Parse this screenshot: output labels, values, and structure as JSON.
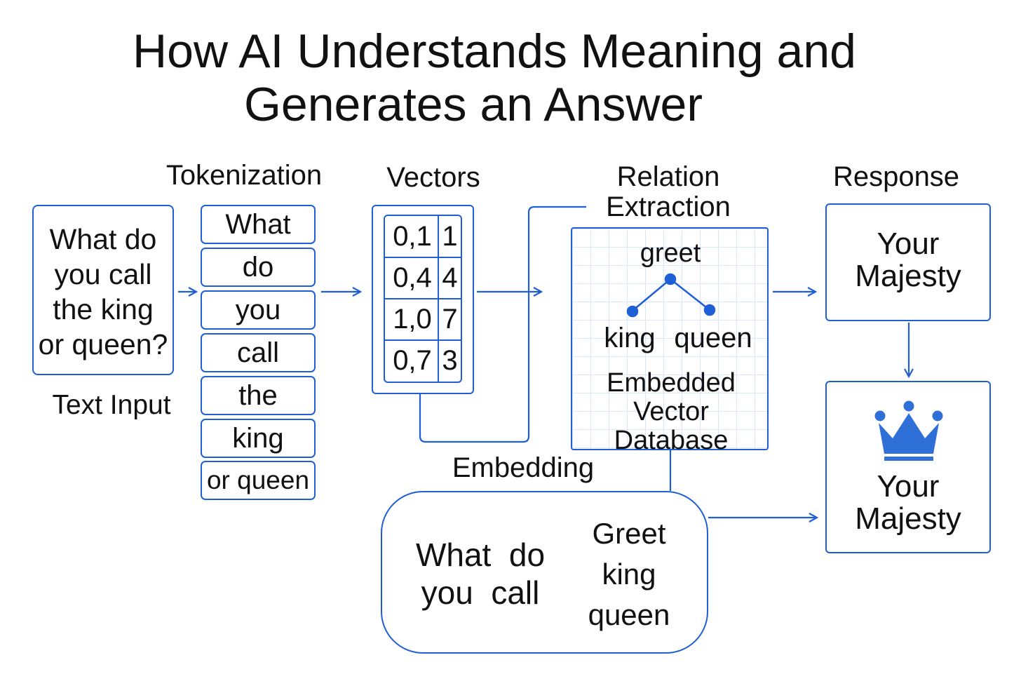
{
  "title": {
    "line1": "How AI Understands Meaning and",
    "line2": "Generates an Answer"
  },
  "labels": {
    "tokenization": "Tokenization",
    "vectors": "Vectors",
    "relation_line1": "Relation",
    "relation_line2": "Extraction",
    "response": "Response",
    "text_input": "Text Input",
    "embedding": "Embedding"
  },
  "input": {
    "lines": [
      "What do",
      "you call",
      "the king",
      "or queen?"
    ]
  },
  "tokens": [
    "What",
    "do",
    "you",
    "call",
    "the",
    "king",
    "or queen"
  ],
  "vectors": [
    [
      "0,1",
      "1"
    ],
    [
      "0,4",
      "4"
    ],
    [
      "1,0",
      "7"
    ],
    [
      "0,7",
      "3"
    ]
  ],
  "relation": {
    "top": "greet",
    "left": "king",
    "right": "queen",
    "db_lines": [
      "Embedded",
      "Vector",
      "Database"
    ]
  },
  "response": {
    "line1": "Your",
    "line2": "Majesty"
  },
  "final": {
    "line1": "Your",
    "line2": "Majesty",
    "icon": "crown-icon"
  },
  "embedding_box": {
    "left_lines": [
      "What  do",
      "you  call"
    ],
    "right_lines": [
      "Greet",
      "king",
      "queen"
    ]
  },
  "colors": {
    "accent": "#1f5fd6",
    "crown": "#2f6fd8",
    "grid": "#d9e6fb"
  }
}
